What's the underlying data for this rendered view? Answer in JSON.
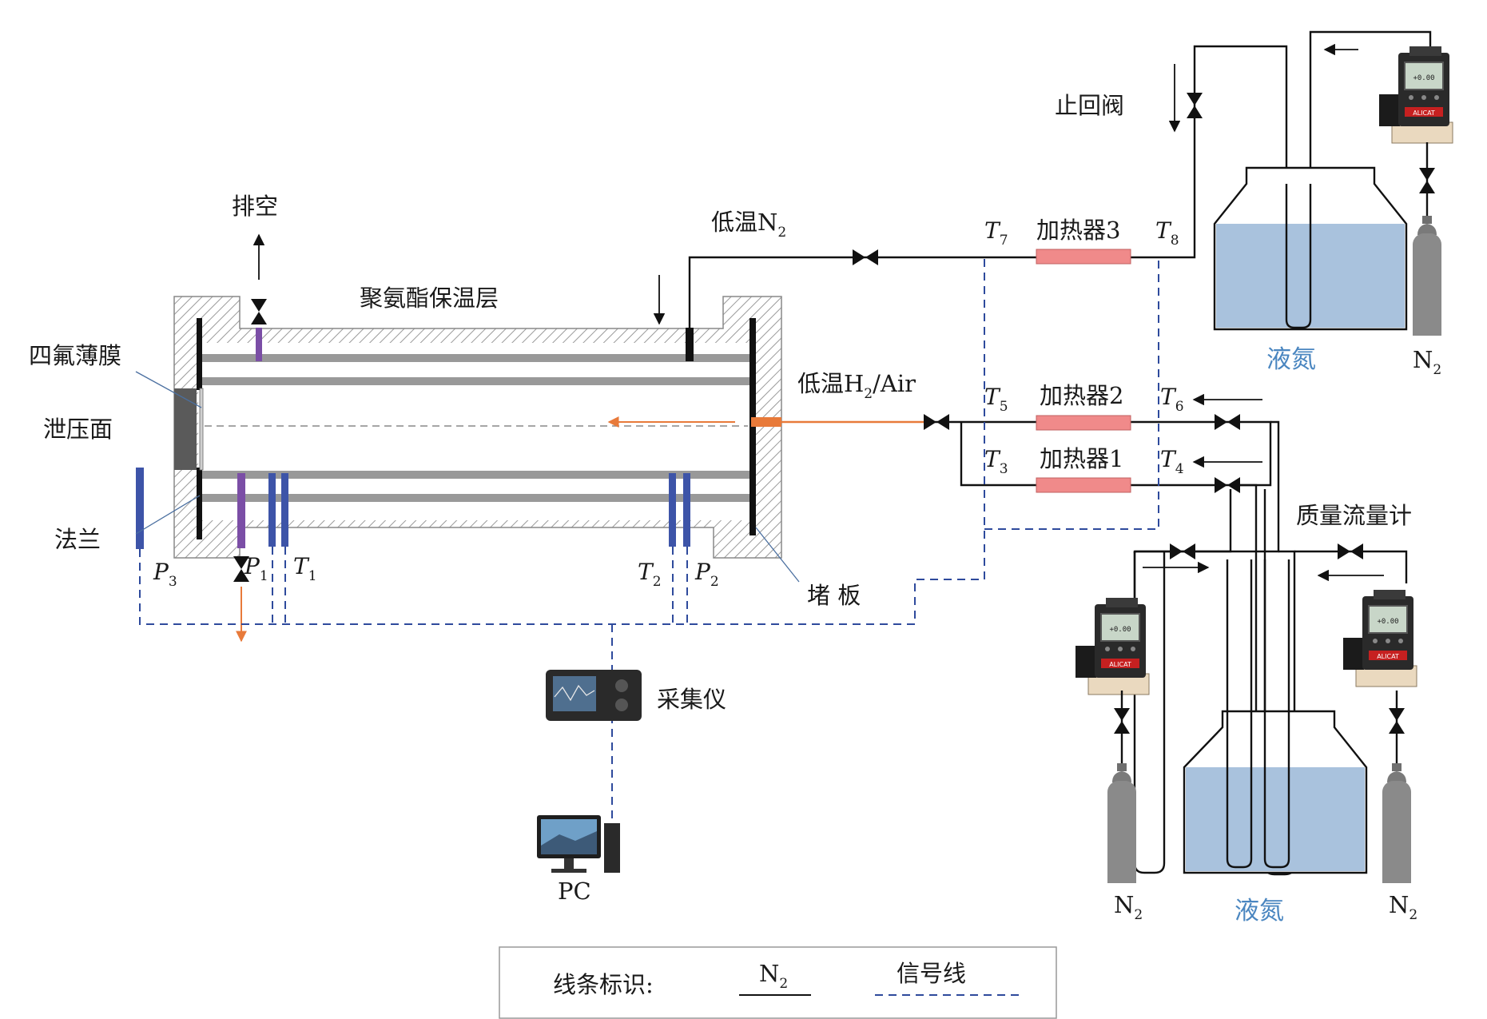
{
  "labels": {
    "vent": "排空",
    "insulation": "聚氨酯保温层",
    "ptfe_film": "四氟薄膜",
    "relief_face": "泄压面",
    "flange": "法兰",
    "blind_plate": "堵 板",
    "check_valve": "止回阀",
    "cold_n2_main": "低温N",
    "cold_n2_sub": "2",
    "cold_h2_main": "低温H",
    "cold_h2_sub": "2",
    "cold_h2_tail": "/Air",
    "heater1": "加热器1",
    "heater2": "加热器2",
    "heater3": "加热器3",
    "mass_flow_meter": "质量流量计",
    "liquid_nitrogen": "液氮",
    "n2_main": "N",
    "n2_sub": "2",
    "daq": "采集仪",
    "pc": "PC"
  },
  "sensors": {
    "P1": {
      "main": "P",
      "sub": "1"
    },
    "P2": {
      "main": "P",
      "sub": "2"
    },
    "P3": {
      "main": "P",
      "sub": "3"
    },
    "T1": {
      "main": "T",
      "sub": "1"
    },
    "T2": {
      "main": "T",
      "sub": "2"
    },
    "T3": {
      "main": "T",
      "sub": "3"
    },
    "T4": {
      "main": "T",
      "sub": "4"
    },
    "T5": {
      "main": "T",
      "sub": "5"
    },
    "T6": {
      "main": "T",
      "sub": "6"
    },
    "T7": {
      "main": "T",
      "sub": "7"
    },
    "T8": {
      "main": "T",
      "sub": "8"
    }
  },
  "legend": {
    "title": "线条标识:",
    "n2_main": "N",
    "n2_sub": "2",
    "signal": "信号线"
  },
  "meter_display": "+0.00",
  "meter_brand": "ALICAT",
  "colors": {
    "line": "#111111",
    "signal": "#2e4a9c",
    "flow": "#e87a3a",
    "heater": "#f08a8a",
    "liquid": "#a9c2dd",
    "sensor_blue": "#3d54a8",
    "sensor_purple": "#7b4ea6",
    "pipe_gray": "#999999",
    "cylinder": "#8a8a8a",
    "hatch": "#9a9a9a",
    "label_blue": "#4a86c0"
  }
}
